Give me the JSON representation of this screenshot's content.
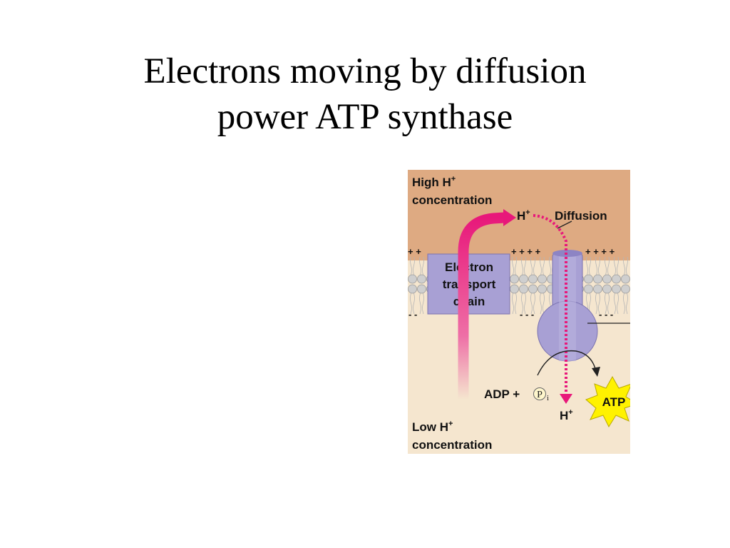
{
  "slide": {
    "title_line1": "Electrons moving by diffusion",
    "title_line2": "power ATP synthase"
  },
  "figure": {
    "high_label": "High H",
    "high_label_2": "concentration",
    "low_label": "Low H",
    "low_label_2": "concentration",
    "h_ion": "H",
    "plus_sup": "+",
    "diffusion_label": "Diffusion",
    "etc_line1": "Electron",
    "etc_line2": "transport",
    "etc_line3": "chain",
    "adp_label": "ADP +",
    "pi_symbol": "P",
    "pi_sub": "i",
    "atp_label": "ATP",
    "charge_plus": "+ +",
    "charge_plus4": "+ + + +",
    "charge_minus": "- -",
    "charge_minus3": "- - -",
    "colors": {
      "top_region": "#deaa82",
      "bottom_region": "#f5e6cf",
      "arrow_magenta": "#e8187a",
      "protein_purple": "#a8a0d4",
      "atp_yellow": "#fff200"
    }
  }
}
